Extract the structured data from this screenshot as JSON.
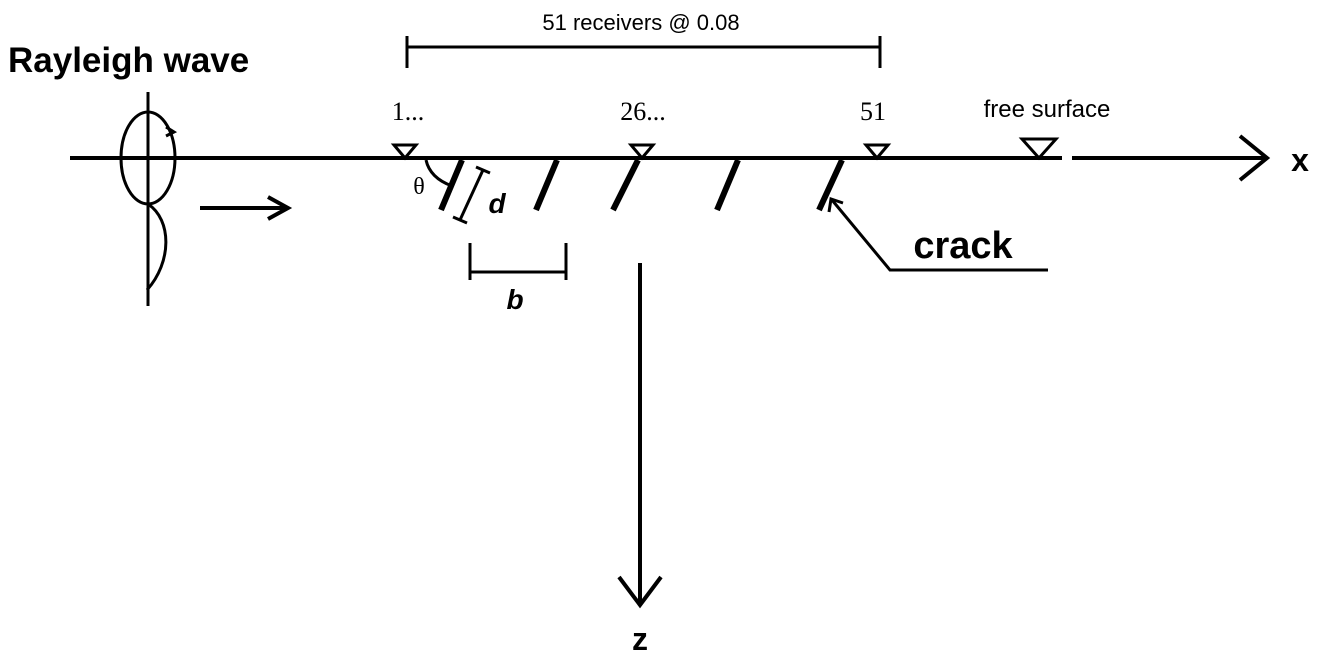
{
  "labels": {
    "wave_title": "Rayleigh wave",
    "receivers_span": "51 receivers @ 0.08",
    "receiver_first": "1...",
    "receiver_middle": "26...",
    "receiver_last": "51",
    "free_surface": "free surface",
    "x_axis": "x",
    "z_axis": "z",
    "angle": "θ",
    "crack_length": "d",
    "crack_spacing": "b",
    "crack": "crack"
  },
  "colors": {
    "ink": "#000000",
    "background": "#ffffff"
  },
  "icons": {
    "receiver_marker": "inverted-triangle-icon",
    "propagation_arrow": "right-arrow-icon"
  }
}
